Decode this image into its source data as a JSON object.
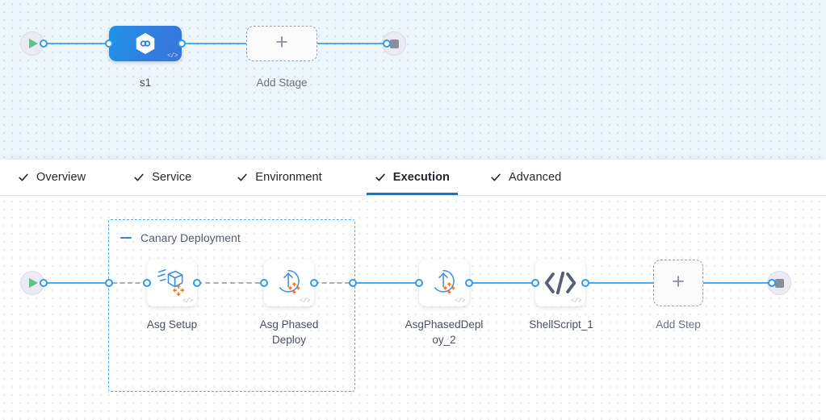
{
  "stage_canvas": {
    "start_node": {
      "name": "pipeline-start",
      "icon": "play-icon"
    },
    "stage": {
      "label": "s1",
      "icon": "harness-hexagon-link-icon",
      "code_badge": "</>",
      "gradient_from": "#1f93e8",
      "gradient_to": "#3a74de"
    },
    "add_stage": {
      "label": "Add Stage",
      "icon": "plus-icon"
    },
    "end_node": {
      "name": "pipeline-end",
      "icon": "stop-icon"
    }
  },
  "tabs": {
    "items": [
      {
        "id": "overview",
        "label": "Overview",
        "icon": "check-icon",
        "active": false
      },
      {
        "id": "service",
        "label": "Service",
        "icon": "check-icon",
        "active": false
      },
      {
        "id": "environment",
        "label": "Environment",
        "icon": "check-icon",
        "active": false
      },
      {
        "id": "execution",
        "label": "Execution",
        "icon": "check-icon",
        "active": true
      },
      {
        "id": "advanced",
        "label": "Advanced",
        "icon": "check-icon",
        "active": false
      }
    ],
    "active_underline_color": "#0b7ad6"
  },
  "steps_canvas": {
    "start_node": {
      "name": "execution-start",
      "icon": "play-icon"
    },
    "group": {
      "title": "Canary Deployment",
      "collapse_icon": "minus-icon",
      "border_color": "#4aabf0",
      "steps": [
        {
          "id": "asg-setup",
          "label": "Asg Setup",
          "icon": "asg-setup-box-icon",
          "code_badge": "</>"
        },
        {
          "id": "asg-phased-deploy",
          "label": "Asg Phased Deploy",
          "icon": "asg-phased-deploy-icon",
          "code_badge": "</>"
        }
      ]
    },
    "steps": [
      {
        "id": "asg-phased-deploy-2",
        "label": "AsgPhasedDeploy_2",
        "label_line1": "AsgPhasedDepl",
        "label_line2": "oy_2",
        "icon": "asg-phased-deploy-icon",
        "code_badge": "</>"
      },
      {
        "id": "shellscript-1",
        "label": "ShellScript_1",
        "icon": "code-brackets-icon",
        "code_badge": "</>"
      }
    ],
    "add_step": {
      "label": "Add Step",
      "icon": "plus-icon"
    },
    "end_node": {
      "name": "execution-end",
      "icon": "stop-icon"
    }
  }
}
